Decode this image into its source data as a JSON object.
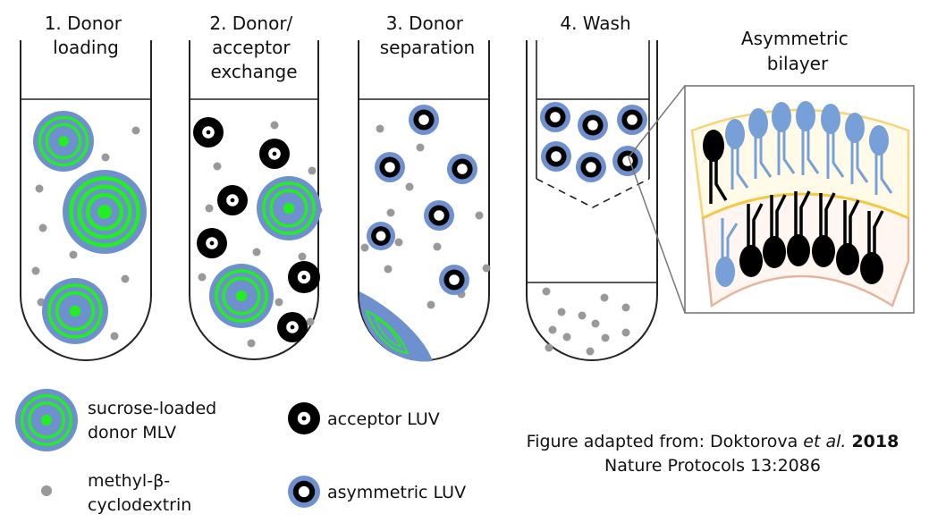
{
  "steps": [
    {
      "lines": [
        "1. Donor",
        "loading"
      ]
    },
    {
      "lines": [
        "2. Donor/",
        "acceptor",
        "exchange"
      ]
    },
    {
      "lines": [
        "3. Donor",
        "separation"
      ]
    },
    {
      "lines": [
        "4. Wash"
      ]
    }
  ],
  "inset": {
    "lines": [
      "Asymmetric",
      "bilayer"
    ]
  },
  "legend": {
    "donor_mlv": [
      "sucrose-loaded",
      "donor MLV"
    ],
    "mbcd": [
      "methyl-β-",
      "cyclodextrin"
    ],
    "acceptor_luv": "acceptor LUV",
    "asymmetric_luv": "asymmetric LUV"
  },
  "citation": {
    "prefix": "Figure adapted from: Doktorova ",
    "etal": "et al.",
    "year": "2018",
    "journal": "Nature Protocols 13:2086"
  },
  "colors": {
    "outline": "#222222",
    "mlv_blue": "#6f90cf",
    "mlv_green": "#22ee22",
    "luv_black": "#000000",
    "mbcd_gray": "#999999",
    "lipid_blue": "#78a0d8",
    "outer_leaflet": "#f7d98a",
    "inner_leaflet": "#e5b49a"
  }
}
